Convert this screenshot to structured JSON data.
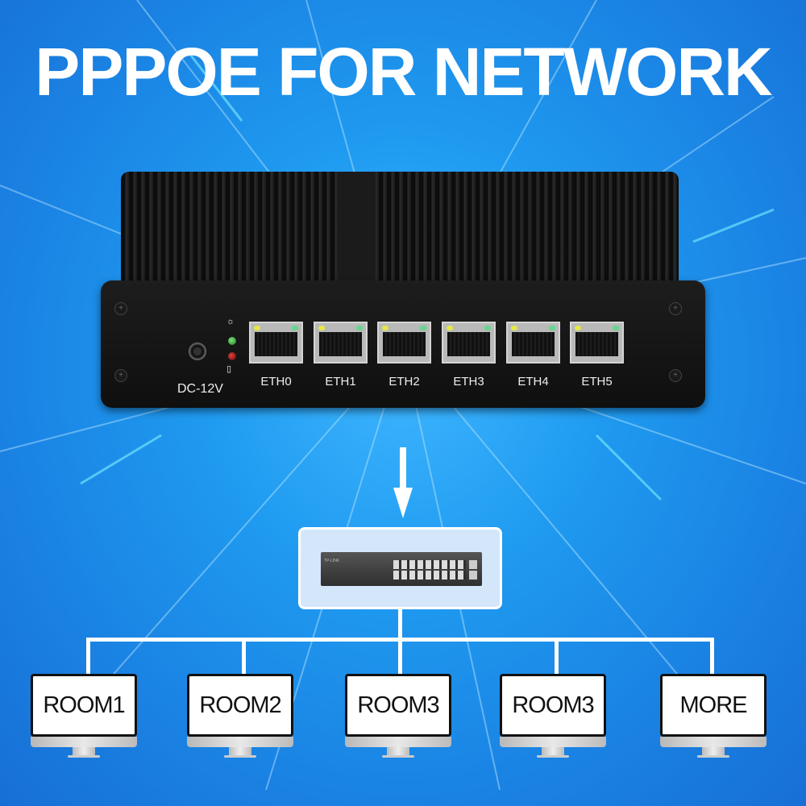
{
  "title": "PPPOE FOR NETWORK",
  "colors": {
    "background": "#1f9bf0",
    "text": "#ffffff",
    "device": "#111111"
  },
  "device": {
    "power_label": "DC-12V",
    "indicators": [
      {
        "icon": "power-light-icon",
        "color": "green"
      },
      {
        "icon": "disk-icon",
        "color": "red"
      }
    ],
    "ports": [
      "ETH0",
      "ETH1",
      "ETH2",
      "ETH3",
      "ETH4",
      "ETH5"
    ]
  },
  "switch": {
    "icon": "network-switch-icon",
    "brand": "TP-LINK"
  },
  "rooms": [
    "ROOM1",
    "ROOM2",
    "ROOM3",
    "ROOM3",
    "MORE"
  ]
}
